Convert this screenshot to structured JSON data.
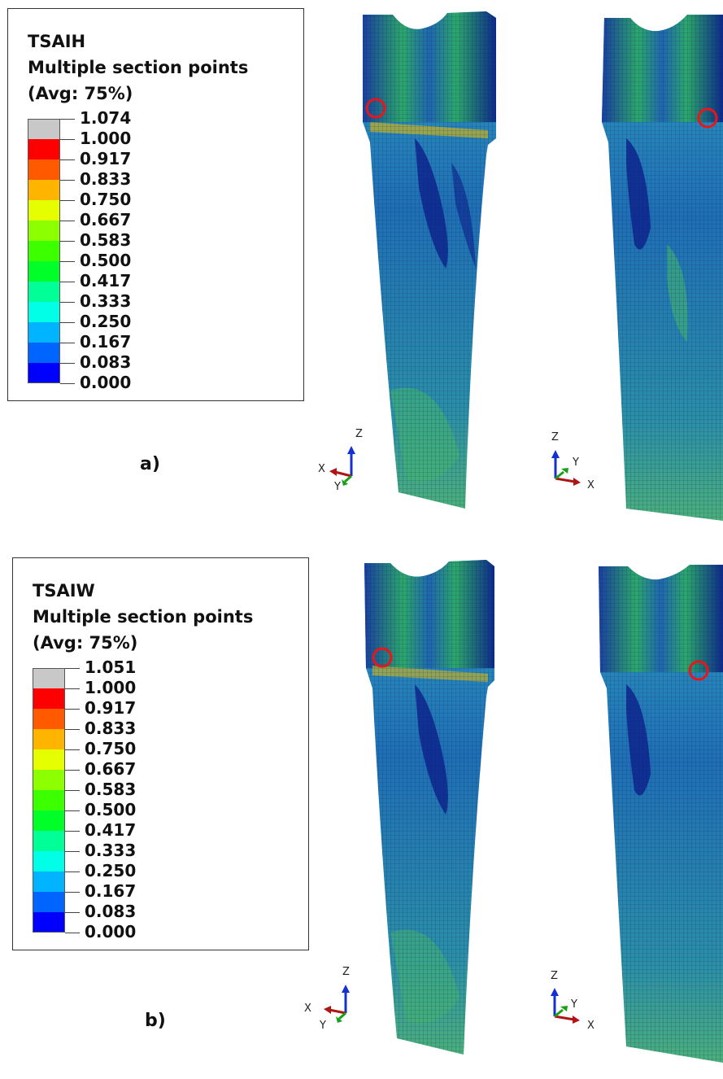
{
  "panels": [
    {
      "id": "a",
      "label": "a)",
      "legend": {
        "variable": "TSAIH",
        "line2": "Multiple section points",
        "line3": "(Avg: 75%)",
        "levels": [
          "1.074",
          "1.000",
          "0.917",
          "0.833",
          "0.750",
          "0.667",
          "0.583",
          "0.500",
          "0.417",
          "0.333",
          "0.250",
          "0.167",
          "0.083",
          "0.000"
        ]
      },
      "triad_left": {
        "z": "Z",
        "x": "X",
        "y": "Y"
      },
      "triad_right": {
        "z": "Z",
        "y": "Y",
        "x": "X"
      }
    },
    {
      "id": "b",
      "label": "b)",
      "legend": {
        "variable": "TSAIW",
        "line2": "Multiple section points",
        "line3": "(Avg: 75%)",
        "levels": [
          "1.051",
          "1.000",
          "0.917",
          "0.833",
          "0.750",
          "0.667",
          "0.583",
          "0.500",
          "0.417",
          "0.333",
          "0.250",
          "0.167",
          "0.083",
          "0.000"
        ]
      },
      "triad_left": {
        "z": "Z",
        "x": "X",
        "y": "Y"
      },
      "triad_right": {
        "z": "Z",
        "y": "Y",
        "x": "X"
      }
    }
  ],
  "colors": {
    "scale": [
      "#c8c8c8",
      "#ff0000",
      "#ff5a00",
      "#ffb400",
      "#e6ff00",
      "#8cff00",
      "#3cff00",
      "#00ff28",
      "#00ff96",
      "#00ffe6",
      "#00b4ff",
      "#0064ff",
      "#0000ff"
    ],
    "highlight_circle": "#e8161b",
    "mesh_base": "#1a4fa0",
    "mesh_dark": "#0d2a8a",
    "mesh_mid": "#2a8fb8",
    "mesh_green": "#3ab86a"
  }
}
